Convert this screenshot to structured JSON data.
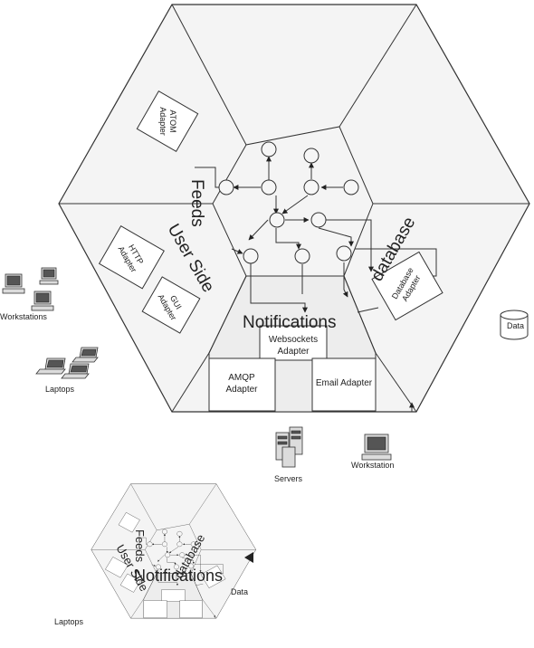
{
  "sections": {
    "feeds": "Feeds",
    "user_side": "User Side",
    "database": "database",
    "notifications": "Notifications"
  },
  "adapters": {
    "atom": [
      "ATOM",
      "Adapter"
    ],
    "http": [
      "HTTP",
      "Adapter"
    ],
    "gui": [
      "GUI",
      "Adapter"
    ],
    "database": [
      "Database",
      "Adapter"
    ],
    "websockets": [
      "Websockets",
      "Adapter"
    ],
    "amqp": [
      "AMQP",
      "Adapter"
    ],
    "email": "Email Adapter"
  },
  "external": {
    "workstations": "Workstations",
    "laptops": "Laptops",
    "data": "Data",
    "servers": "Servers",
    "workstation": "Workstation"
  },
  "colors": {
    "hexagon_fill": "#f4f4f4",
    "line": "#333333",
    "notifications_fill": "#ededed"
  },
  "icons": [
    "workstation-icon",
    "laptop-icon",
    "server-icon",
    "database-cylinder-icon"
  ]
}
